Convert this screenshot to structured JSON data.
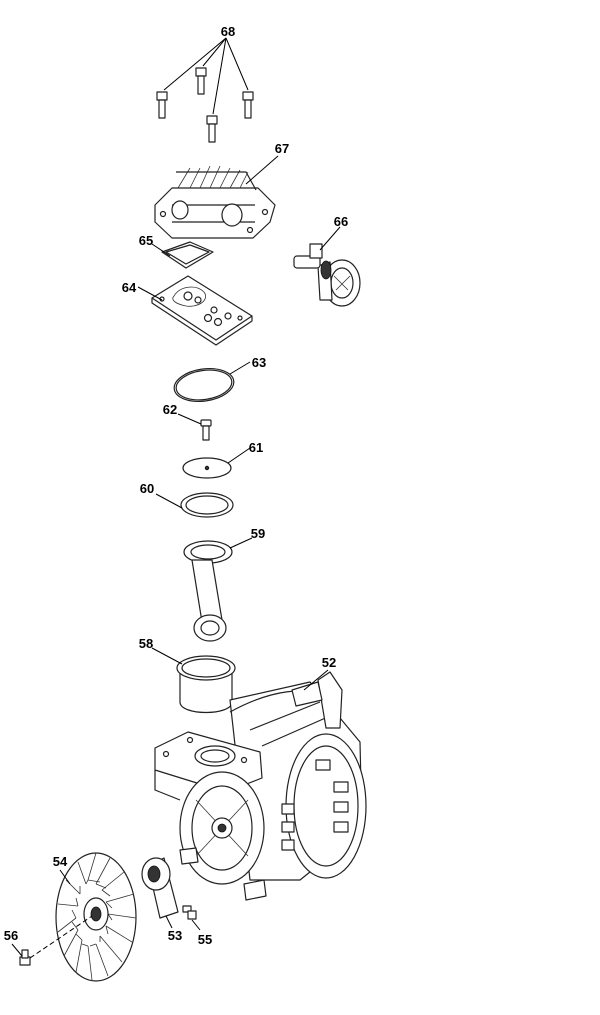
{
  "diagram": {
    "callouts": {
      "p68": "68",
      "p67": "67",
      "p66": "66",
      "p65": "65",
      "p64": "64",
      "p63": "63",
      "p62": "62",
      "p61": "61",
      "p60": "60",
      "p59": "59",
      "p58": "58",
      "p52": "52",
      "p54": "54",
      "p53": "53",
      "p55": "55",
      "p56": "56"
    },
    "line_color": "#000000"
  }
}
